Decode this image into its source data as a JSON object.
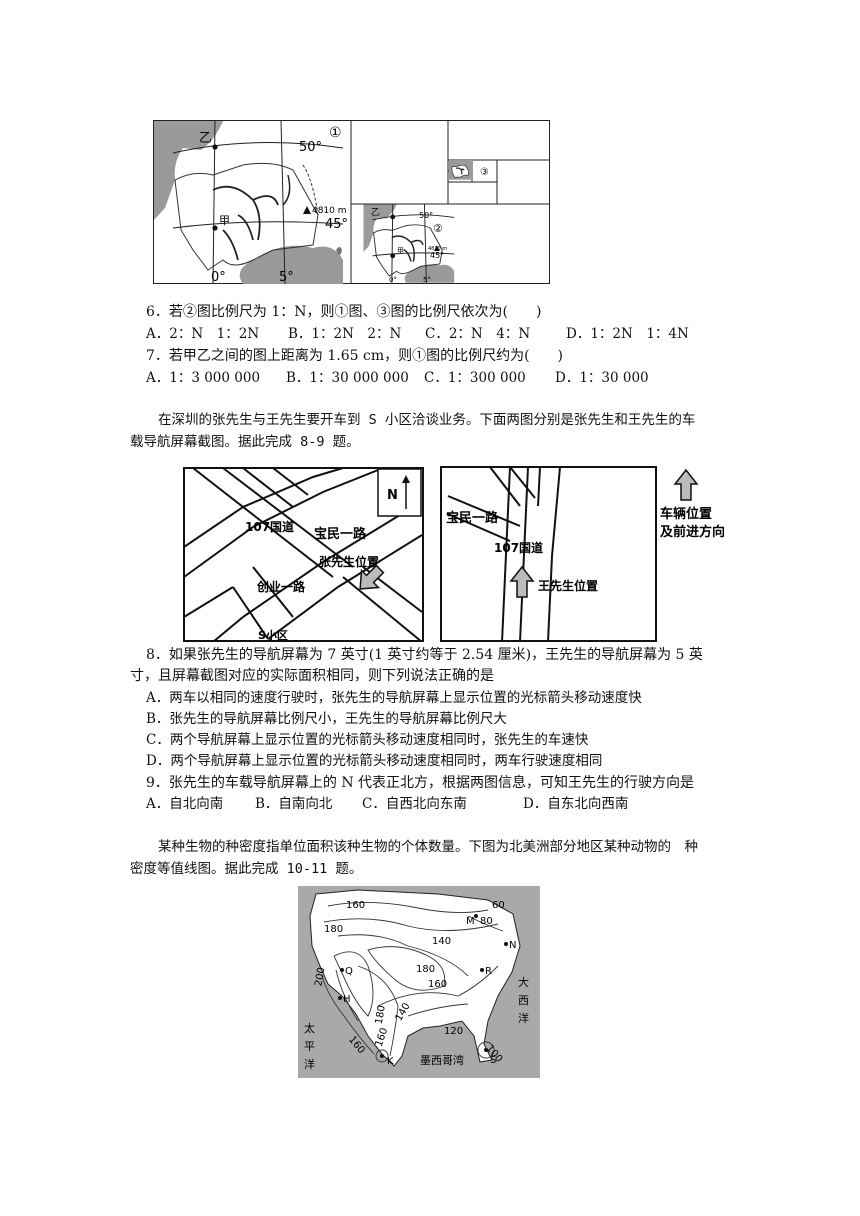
{
  "fig1": {
    "labels": {
      "yi": "乙",
      "jia": "甲",
      "c1": "①",
      "c2": "②",
      "c3": "③",
      "lat50": "50°",
      "lat45": "45°",
      "lon0": "0°",
      "lon5": "5°",
      "peak": "4810 m"
    }
  },
  "q6": {
    "stem": "6．若②图比例尺为 1：N，则①图、③图的比例尺依次为(　　)",
    "options": [
      "A．2：N　1：2N",
      "B．1：2N　2：N",
      "C．2：N　4：N",
      "D．1：2N　1：4N"
    ]
  },
  "q7": {
    "stem": "7．若甲乙之间的图上距离为 1.65 cm，则①图的比例尺约为(　　)",
    "options": [
      "A．1：3 000 000",
      "B．1：30 000 000",
      "C．1：300 000",
      "D．1：30 000"
    ]
  },
  "intro2": {
    "line1": "在深圳的张先生与王先生要开车到 S 小区洽谈业务。下面两图分别是张先生和王先生的车",
    "line2": "载导航屏幕截图。据此完成 8-9 题。"
  },
  "nav1": {
    "n": "N",
    "road107": "107国道",
    "baomin": "宝民一路",
    "zhang": "张先生位置",
    "chuangye": "创业一路",
    "s": "S小区"
  },
  "nav2": {
    "baomin": "宝民一路",
    "road107": "107国道",
    "wang": "王先生位置",
    "legend1": "车辆位置",
    "legend2": "及前进方向"
  },
  "q8": {
    "stem1": "8．如果张先生的导航屏幕为 7 英寸(1 英寸约等于 2.54 厘米)，王先生的导航屏幕为 5 英",
    "stem2": "寸，且屏幕截图对应的实际面积相同，则下列说法正确的是",
    "options": [
      "A．两车以相同的速度行驶时，张先生的导航屏幕上显示位置的光标箭头移动速度快",
      "B．张先生的导航屏幕比例尺小，王先生的导航屏幕比例尺大",
      "C．两个导航屏幕上显示位置的光标箭头移动速度相同时，张先生的车速快",
      "D．两个导航屏幕上显示位置的光标箭头移动速度相同时，两车行驶速度相同"
    ]
  },
  "q9": {
    "stem": "9．张先生的车载导航屏幕上的 N 代表正北方，根据两图信息，可知王先生的行驶方向是",
    "options": [
      "A．自北向南",
      "B．自南向北",
      "C．自西北向东南",
      "D．自东北向西南"
    ]
  },
  "intro3": {
    "line1": "某种生物的种密度指单位面积该种生物的个体数量。下图为北美洲部分地区某种动物的　种",
    "line2": "密度等值线图。据此完成 10-11 题。"
  },
  "fig3": {
    "labels": {
      "v160a": "160",
      "v60": "60",
      "M": "M",
      "v80": "80",
      "v180a": "180",
      "v140a": "140",
      "N": "N",
      "v200": "200",
      "Q": "Q",
      "v180b": "180",
      "R": "R",
      "v160b": "160",
      "H": "H",
      "atl1": "大",
      "atl2": "西",
      "atl3": "洋",
      "v180c": "180",
      "v140b": "140",
      "pac1": "太",
      "pac2": "平",
      "pac3": "洋",
      "v160c": "160",
      "v120": "120",
      "v160d": "160",
      "K": "K",
      "gulf": "墨西哥湾",
      "S": "S",
      "v100": "100"
    }
  }
}
